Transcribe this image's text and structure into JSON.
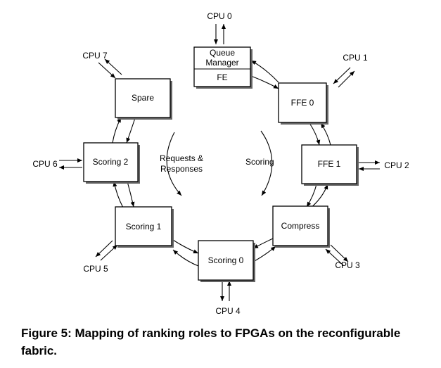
{
  "diagram": {
    "nodes": {
      "queue_manager": {
        "label_line1": "Queue",
        "label_line2": "Manager",
        "sublabel": "FE"
      },
      "ffe0": {
        "label": "FFE 0"
      },
      "ffe1": {
        "label": "FFE 1"
      },
      "compress": {
        "label": "Compress"
      },
      "scoring0": {
        "label": "Scoring 0"
      },
      "scoring1": {
        "label": "Scoring 1"
      },
      "scoring2": {
        "label": "Scoring 2"
      },
      "spare": {
        "label": "Spare"
      }
    },
    "cpus": {
      "cpu0": "CPU 0",
      "cpu1": "CPU 1",
      "cpu2": "CPU 2",
      "cpu3": "CPU 3",
      "cpu4": "CPU 4",
      "cpu5": "CPU 5",
      "cpu6": "CPU 6",
      "cpu7": "CPU 7"
    },
    "center_labels": {
      "requests_line1": "Requests &",
      "requests_line2": "Responses",
      "scoring": "Scoring"
    }
  },
  "caption": "Figure 5: Mapping of ranking roles to FPGAs on the reconfigurable fabric."
}
